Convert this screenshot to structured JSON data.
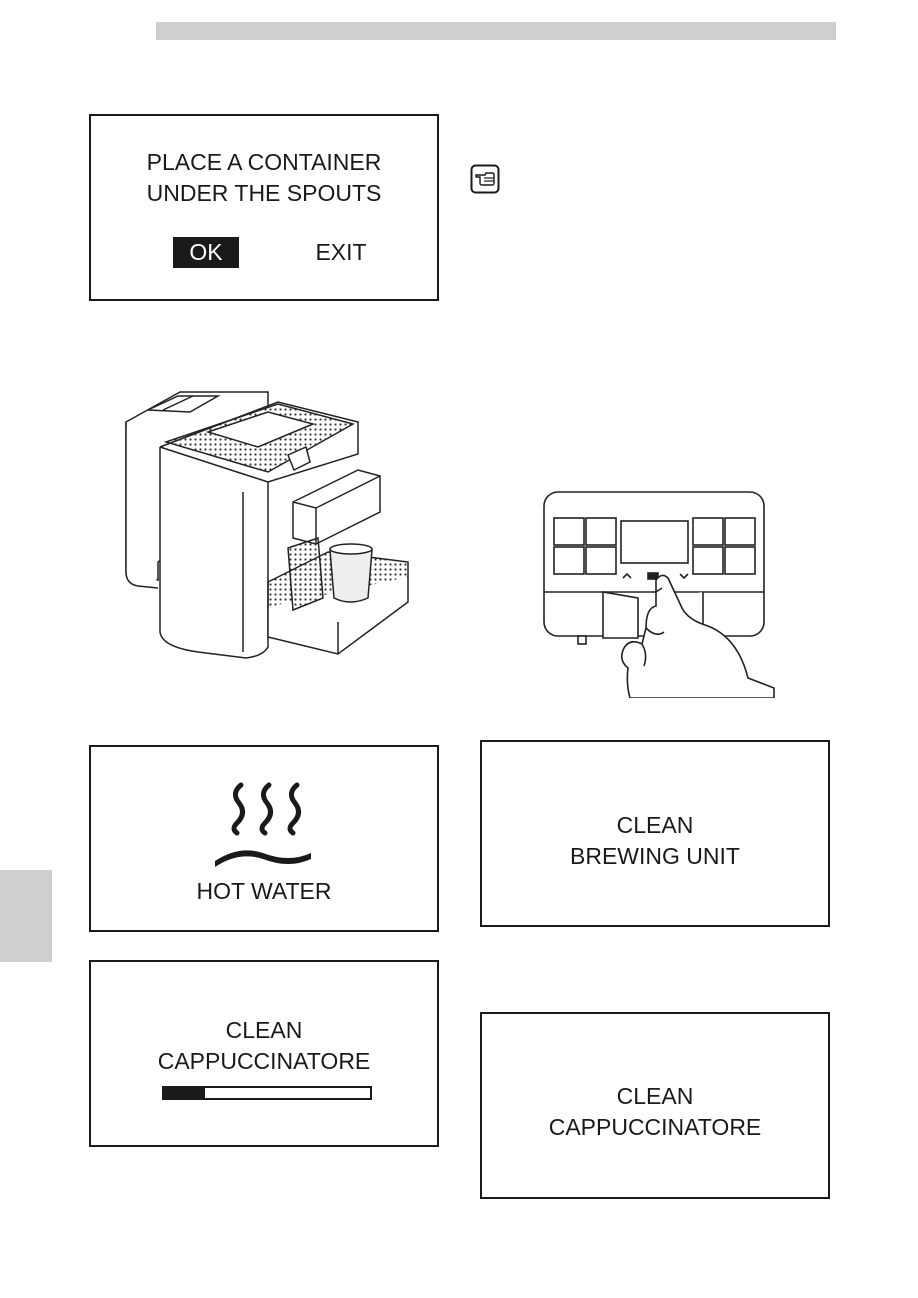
{
  "screens": {
    "place_container": {
      "line1": "PLACE A CONTAINER",
      "line2": "UNDER THE SPOUTS",
      "ok_label": "OK",
      "exit_label": "EXIT"
    },
    "hot_water": {
      "label": "HOT WATER"
    },
    "clean_brewing": {
      "line1": "CLEAN",
      "line2": "BREWING UNIT"
    },
    "clean_cappuccinatore_progress": {
      "line1": "CLEAN",
      "line2": "CAPPUCCINATORE",
      "progress": 0.2
    },
    "clean_cappuccinatore": {
      "line1": "CLEAN",
      "line2": "CAPPUCCINATORE"
    }
  },
  "icons": {
    "note": "pointing-hand-note-icon",
    "steam": "steam-icon"
  },
  "colors": {
    "ink": "#1a1a1a",
    "tab_gray": "#cfcfcf"
  }
}
